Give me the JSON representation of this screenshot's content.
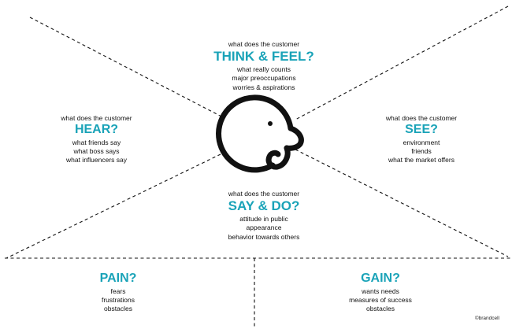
{
  "think_feel": {
    "intro": "what does the customer",
    "title": "THINK & FEEL?",
    "items": [
      "what really counts",
      "major preoccupations",
      "worries & aspirations"
    ]
  },
  "hear": {
    "intro": "what does the customer",
    "title": "HEAR?",
    "items": [
      "what friends say",
      "what boss says",
      "what influencers say"
    ]
  },
  "see": {
    "intro": "what does the customer",
    "title": "SEE?",
    "items": [
      "environment",
      "friends",
      "what the market offers"
    ]
  },
  "say_do": {
    "intro": "what does the customer",
    "title": "SAY & DO?",
    "items": [
      "attitude in public",
      "appearance",
      "behavior towards others"
    ]
  },
  "pain": {
    "title": "PAIN?",
    "items": [
      "fears",
      "frustrations",
      "obstacles"
    ]
  },
  "gain": {
    "title": "GAIN?",
    "items": [
      "wants needs",
      "measures of success",
      "obstacles"
    ]
  },
  "copyright": "©brandcell",
  "colors": {
    "accent": "#1aa3b8",
    "lines": "#111111"
  },
  "icons": [
    "customer-head-icon"
  ]
}
